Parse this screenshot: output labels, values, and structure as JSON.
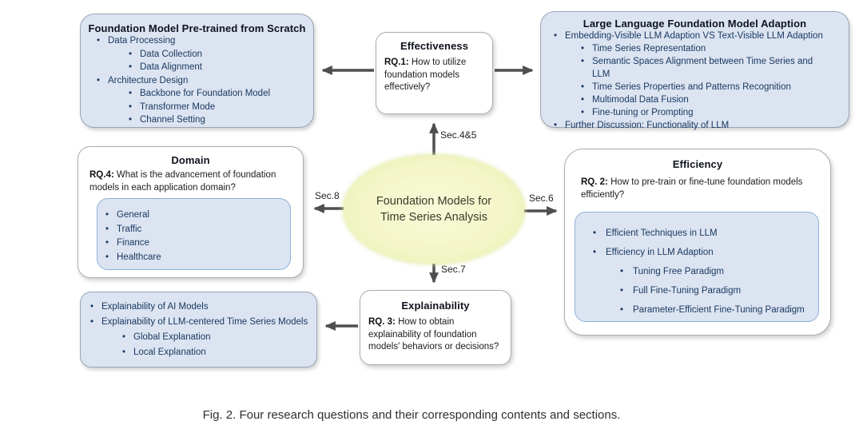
{
  "figure": {
    "caption": "Fig. 2.  Four research questions and their corresponding contents and sections."
  },
  "center_node": {
    "line1": "Foundation Models for",
    "line2": "Time Series Analysis"
  },
  "section_labels": {
    "sec45": "Sec.4&5",
    "sec6": "Sec.6",
    "sec7": "Sec.7",
    "sec8": "Sec.8"
  },
  "boxes": {
    "pretrained": {
      "title": "Foundation Model Pre-trained from Scratch",
      "items": [
        {
          "level": 1,
          "text": "Data Processing"
        },
        {
          "level": 2,
          "text": "Data Collection"
        },
        {
          "level": 2,
          "text": "Data Alignment"
        },
        {
          "level": 1,
          "text": "Architecture Design"
        },
        {
          "level": 2,
          "text": "Backbone for Foundation Model"
        },
        {
          "level": 2,
          "text": "Transformer Mode"
        },
        {
          "level": 2,
          "text": "Channel Setting"
        }
      ]
    },
    "effectiveness": {
      "title": "Effectiveness",
      "rq_label": "RQ.1:",
      "rq_text": "How to utilize foundation models effectively?"
    },
    "llm_adaption": {
      "title": "Large Language Foundation Model Adaption",
      "items": [
        {
          "level": 1,
          "text": "Embedding-Visible LLM Adaption VS Text-Visible LLM Adaption"
        },
        {
          "level": 2,
          "text": "Time Series Representation"
        },
        {
          "level": 2,
          "text": "Semantic Spaces Alignment between Time Series and LLM"
        },
        {
          "level": 2,
          "text": "Time Series Properties and Patterns Recognition"
        },
        {
          "level": 2,
          "text": "Multimodal Data Fusion"
        },
        {
          "level": 2,
          "text": "Fine-tuning or Prompting"
        },
        {
          "level": 1,
          "text": "Further Discussion: Functionality of LLM"
        }
      ]
    },
    "domain": {
      "title": "Domain",
      "rq_label": "RQ.4:",
      "rq_text": "What is the advancement of foundation models in each application domain?",
      "items": [
        {
          "level": 1,
          "text": "General"
        },
        {
          "level": 1,
          "text": "Traffic"
        },
        {
          "level": 1,
          "text": "Finance"
        },
        {
          "level": 1,
          "text": "Healthcare"
        }
      ]
    },
    "efficiency": {
      "title": "Efficiency",
      "rq_label": "RQ. 2:",
      "rq_text": "How to pre-train or fine-tune foundation models efficiently?",
      "items": [
        {
          "level": 1,
          "text": "Efficient Techniques in LLM"
        },
        {
          "level": 1,
          "text": "Efficiency in LLM Adaption"
        },
        {
          "level": 2,
          "text": "Tuning Free Paradigm"
        },
        {
          "level": 2,
          "text": "Full Fine-Tuning Paradigm"
        },
        {
          "level": 2,
          "text": "Parameter-Efficient Fine-Tuning Paradigm"
        }
      ]
    },
    "explainability_content": {
      "items": [
        {
          "level": 1,
          "text": "Explainability of AI Models"
        },
        {
          "level": 1,
          "text": "Explainability of LLM-centered Time Series Models"
        },
        {
          "level": 2,
          "text": "Global Explanation"
        },
        {
          "level": 2,
          "text": "Local Explanation"
        }
      ]
    },
    "explainability": {
      "title": "Explainability",
      "rq_label": "RQ. 3:",
      "rq_text": "How to obtain explainability of foundation models' behaviors or decisions?"
    }
  },
  "colors": {
    "blue_box_fill": "#dce4f2",
    "inner_box_border": "#8fb0d6",
    "blue_box_border": "#9aa4b5",
    "white_box_border": "#adadad",
    "ellipse_fill": "#f4f6c8",
    "arrow": "#4f4f4f",
    "bullet_text": "#17375e",
    "title_text": "#10131f"
  }
}
